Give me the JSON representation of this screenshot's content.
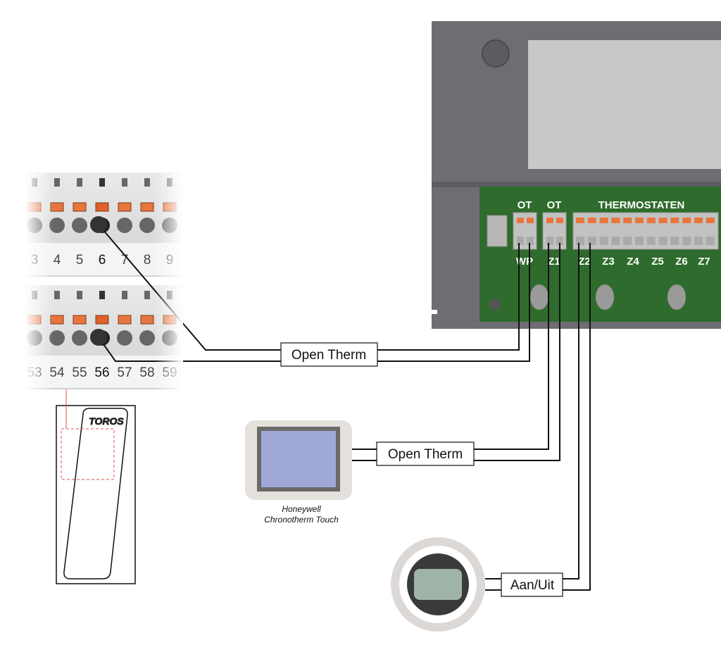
{
  "controller": {
    "group_labels": [
      "OT",
      "OT",
      "THERMOSTATEN"
    ],
    "terminal_labels": [
      "WP",
      "Z1",
      "Z2",
      "Z3",
      "Z4",
      "Z5",
      "Z6",
      "Z7"
    ]
  },
  "terminal_strips": {
    "top_numbers": [
      "3",
      "4",
      "5",
      "6",
      "7",
      "8",
      "9"
    ],
    "bottom_numbers": [
      "53",
      "54",
      "55",
      "56",
      "57",
      "58",
      "59"
    ]
  },
  "sensor": {
    "brand": "TOROS"
  },
  "connections": {
    "heatpump_label": "Open Therm",
    "zone1_label": "Open Therm",
    "zone2_label": "Aan/Uit"
  },
  "thermostat": {
    "caption_line1": "Honeywell",
    "caption_line2": "Chronotherm Touch"
  },
  "colors": {
    "panel": "#6e6e72",
    "pcb": "#2f6b2c",
    "terminal_orange": "#e8763c",
    "display": "#a0a8d8",
    "wire": "#111111"
  }
}
